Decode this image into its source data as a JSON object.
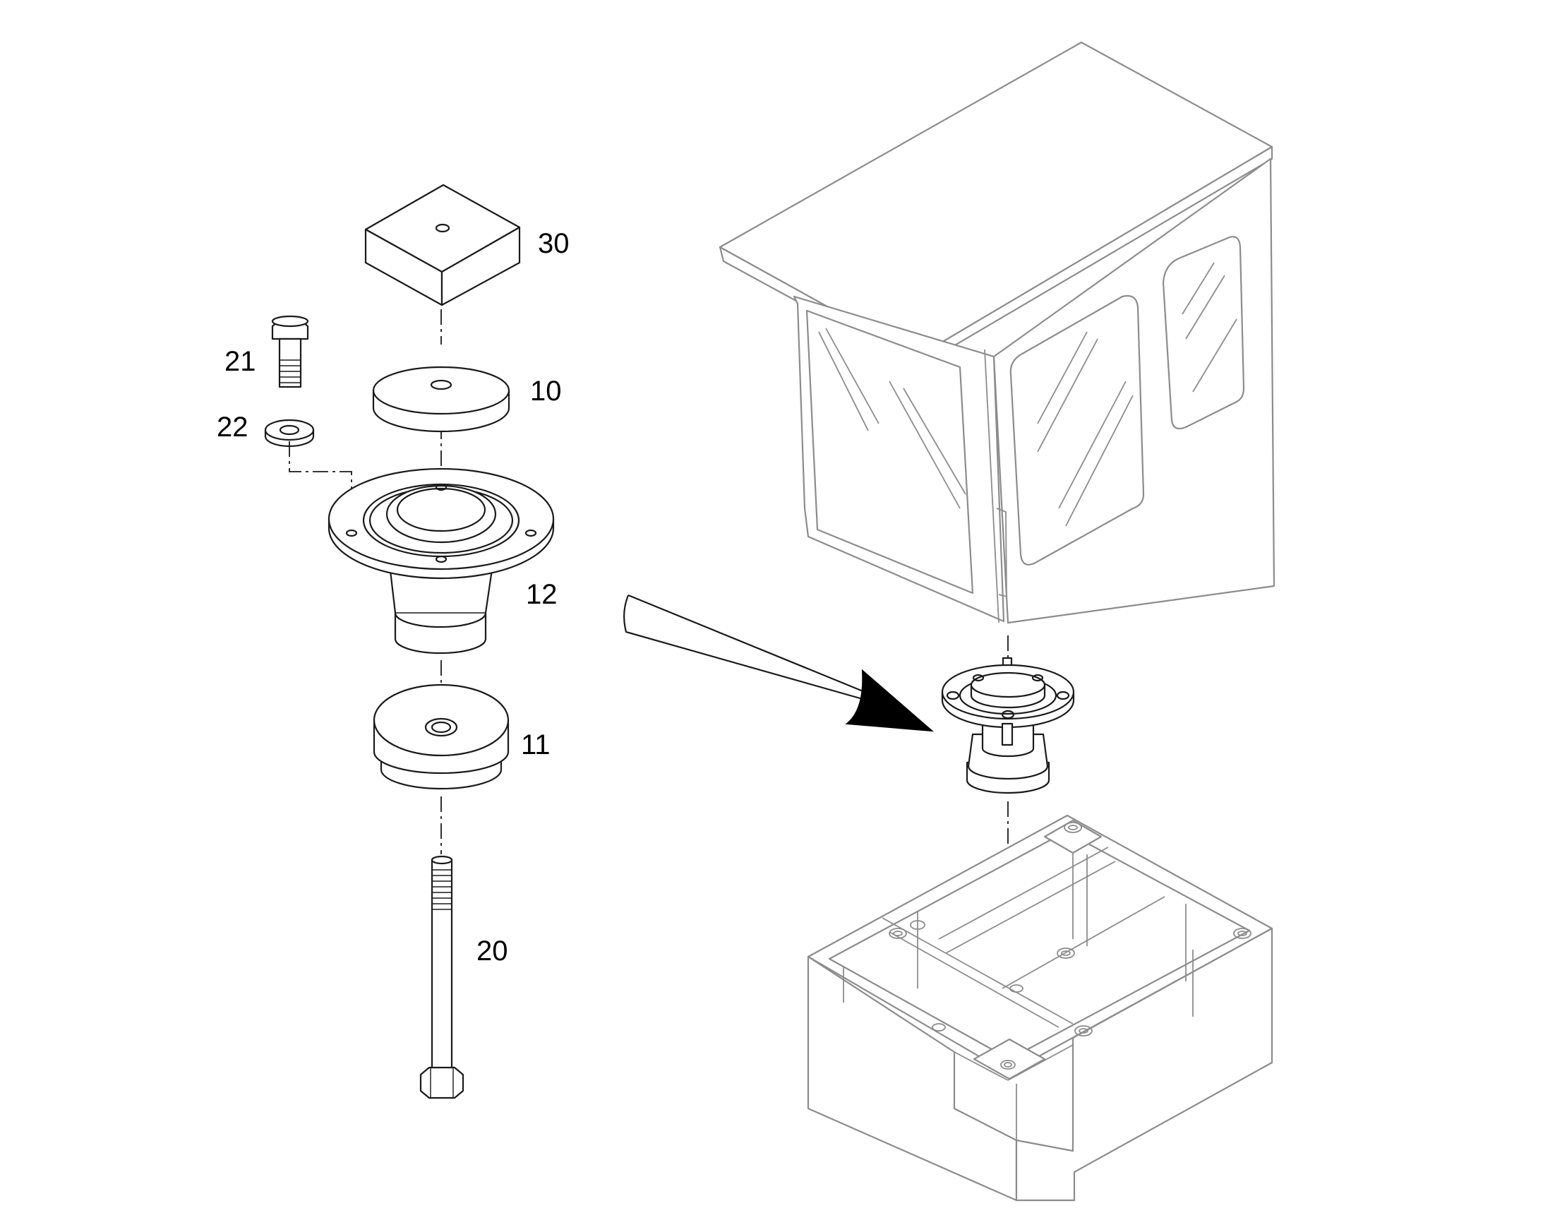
{
  "diagram": {
    "type": "exploded-parts-view",
    "callouts": [
      {
        "id": "block",
        "label": "30"
      },
      {
        "id": "top-washer-disc",
        "label": "10"
      },
      {
        "id": "bolt",
        "label": "21"
      },
      {
        "id": "washer",
        "label": "22"
      },
      {
        "id": "mount-housing",
        "label": "12"
      },
      {
        "id": "lower-rubber-mount",
        "label": "11"
      },
      {
        "id": "long-bolt",
        "label": "20"
      }
    ]
  },
  "colors": {
    "stroke": "#1a1a1a",
    "cab_stroke": "#8c8c8c",
    "background": "#ffffff",
    "text": "#000000"
  }
}
